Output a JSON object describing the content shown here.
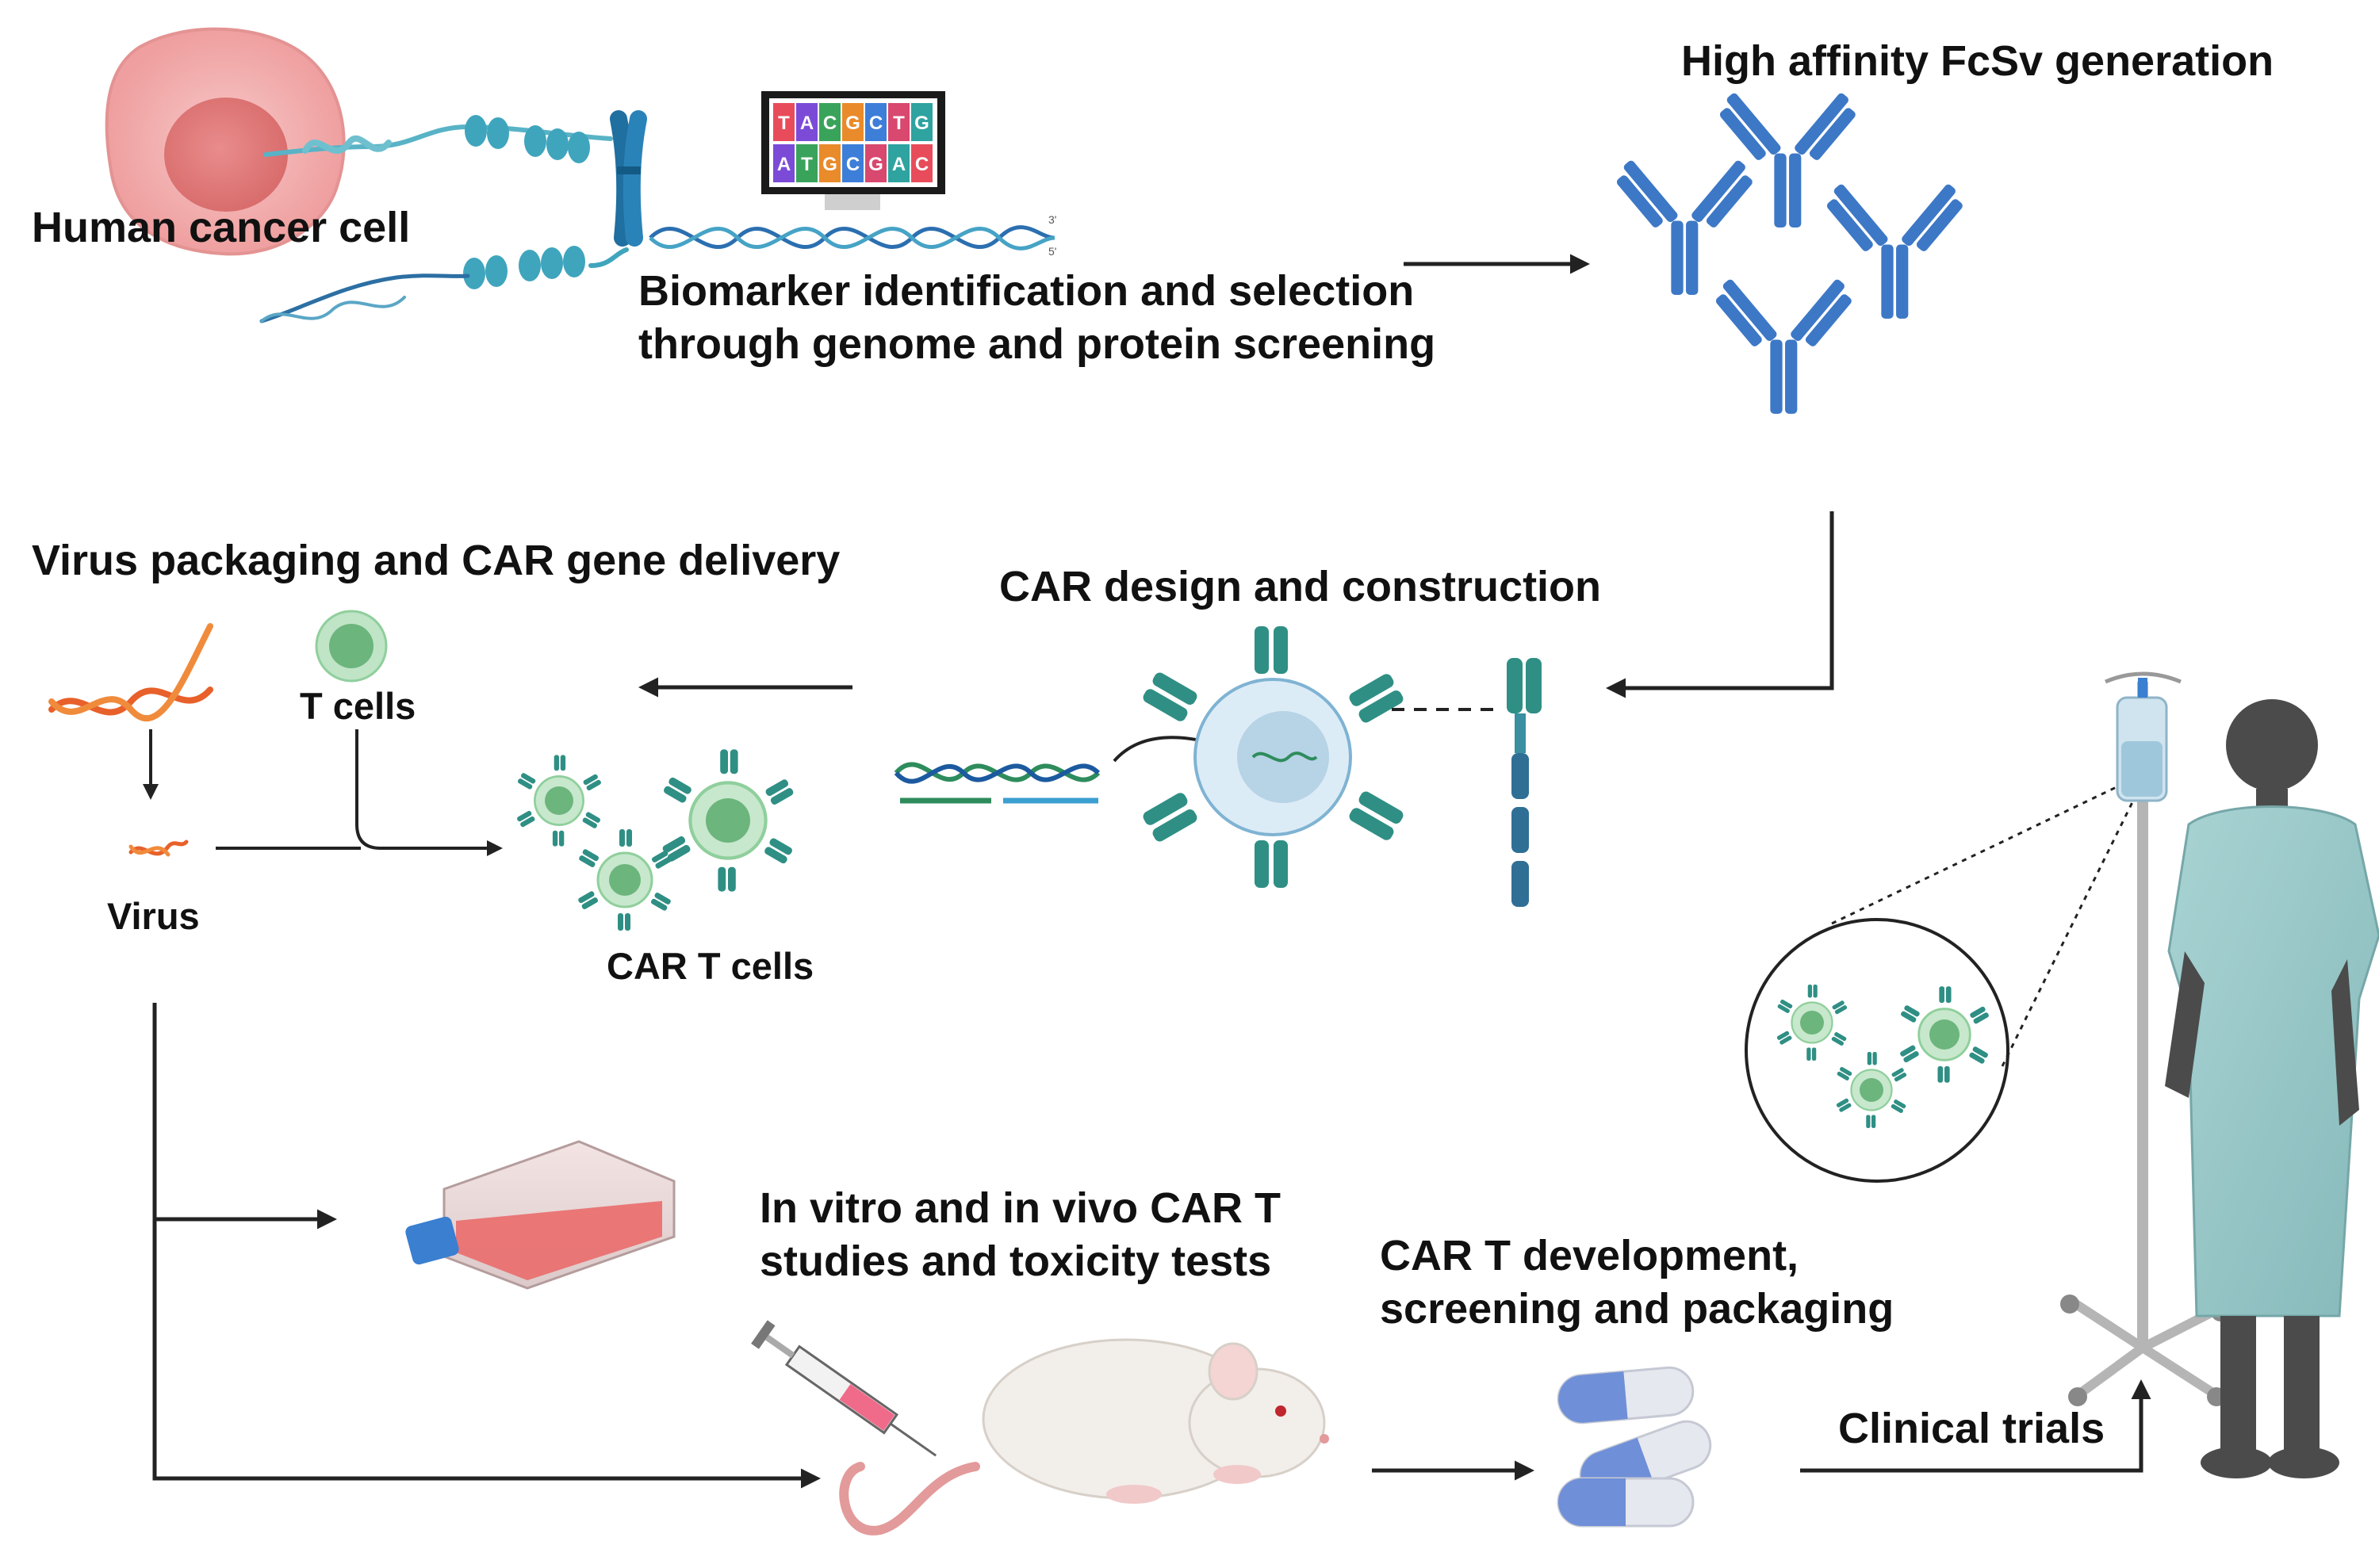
{
  "labels": {
    "human_cancer_cell": "Human cancer cell",
    "biomarker_line1": "Biomarker identification and selection",
    "biomarker_line2": "through genome and protein screening",
    "high_affinity": "High affinity FcSv generation",
    "virus_packaging": "Virus packaging and CAR gene delivery",
    "car_design": "CAR design and construction",
    "t_cells": "T cells",
    "virus": "Virus",
    "car_t_cells": "CAR T cells",
    "in_vitro_line1": "In vitro and in vivo CAR T",
    "in_vitro_line2": "studies and toxicity tests",
    "car_t_dev_line1": "CAR T development,",
    "car_t_dev_line2": "screening and packaging",
    "clinical_trials": "Clinical trials"
  },
  "dna_screen_letters": [
    "T",
    "A",
    "C",
    "G",
    "C",
    "T",
    "G",
    "A",
    "T",
    "G",
    "C",
    "G",
    "A",
    "C"
  ],
  "dna_strand_labels": [
    "3'",
    "5'"
  ],
  "colors": {
    "arrow": "#222222",
    "antibody_blue": "#3d78c6",
    "car_teal": "#2f8f84",
    "tcell_green": "#7fc08e",
    "cancer_pink": "#f2b6b6",
    "virus_orange": "#e8602a",
    "gown": "#9cc8c8",
    "patient": "#4b4b4b",
    "flask_liquid": "#ea6b6b",
    "cap_blue": "#3a7fd0",
    "pill_blue": "#6f8fd8"
  }
}
